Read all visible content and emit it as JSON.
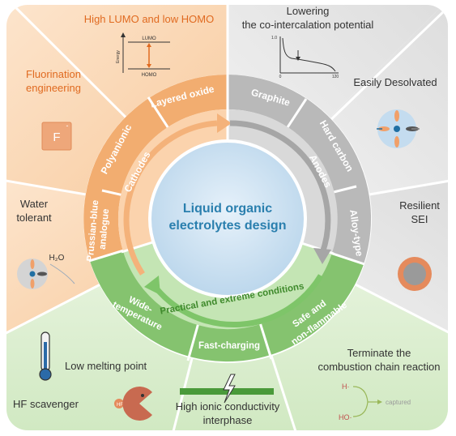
{
  "center": {
    "line1": "Liquid organic",
    "line2": "electrolytes design"
  },
  "ring": {
    "cathodes": "Cathodes",
    "anodes": "Anodes",
    "conditions": "Practical and extreme conditions"
  },
  "sub_ring": {
    "layered_oxide": "Layered oxide",
    "polyanionic": "Polyanionic",
    "prussian_line1": "Prussian-blue",
    "prussian_line2": "analogue",
    "graphite": "Graphite",
    "hard_carbon": "Hard carbon",
    "alloy_type": "Alloy-type",
    "wide_line1": "Wide-",
    "wide_line2": "temperature",
    "fast_charging": "Fast-charging",
    "safe_line1": "Safe and",
    "safe_line2": "non-flammable"
  },
  "outer": {
    "lumo_homo": "High LUMO and low HOMO",
    "lumo_axis": "Energy",
    "lumo_label": "LUMO",
    "homo_label": "HOMO",
    "cointercalation_line1": "Lowering",
    "cointercalation_line2": "the co-intercalation potential",
    "plot_ymax": "1.0",
    "plot_x0": "0",
    "plot_xmax": "120",
    "fluorination_line1": "Fluorination",
    "fluorination_line2": "engineering",
    "fluorine_symbol": "F",
    "fluorine_charge": "-",
    "desolvated": "Easily Desolvated",
    "water_line1": "Water",
    "water_line2": "tolerant",
    "water_formula": "H₂O",
    "sei_line1": "Resilient",
    "sei_line2": "SEI",
    "low_melting": "Low melting point",
    "hf_scavenger": "HF scavenger",
    "hf_molecule": "HF",
    "ionic_line1": "High ionic conductivity",
    "ionic_line2": "interphase",
    "terminate_line1": "Terminate the",
    "terminate_line2": "combustion chain reaction",
    "radical_h": "H·",
    "radical_ho": "HO·",
    "captured": "captured"
  },
  "colors": {
    "orange_dark": "#f0a868",
    "orange_light": "#fcdcbc",
    "gray_dark": "#b4b4b4",
    "gray_light": "#e4e4e4",
    "green_dark": "#7cc06a",
    "green_light": "#d6ecc8",
    "center_blue": "#cfe4f3",
    "center_text": "#2a7fae"
  },
  "icons": {
    "energy_diagram": "energy-level-diagram",
    "voltage_curve": "voltage-curve-plot",
    "fluorine_tile": "fluorine-tile-icon",
    "desolvation": "desolvation-molecule-icon",
    "water_molecule": "water-molecule-icon",
    "sei_particle": "sei-coated-particle-icon",
    "thermometer": "thermometer-icon",
    "hf_pacman": "hf-scavenger-pacman-icon",
    "ionic_bar": "lightning-bar-icon",
    "radical_capture": "radical-capture-icon"
  }
}
